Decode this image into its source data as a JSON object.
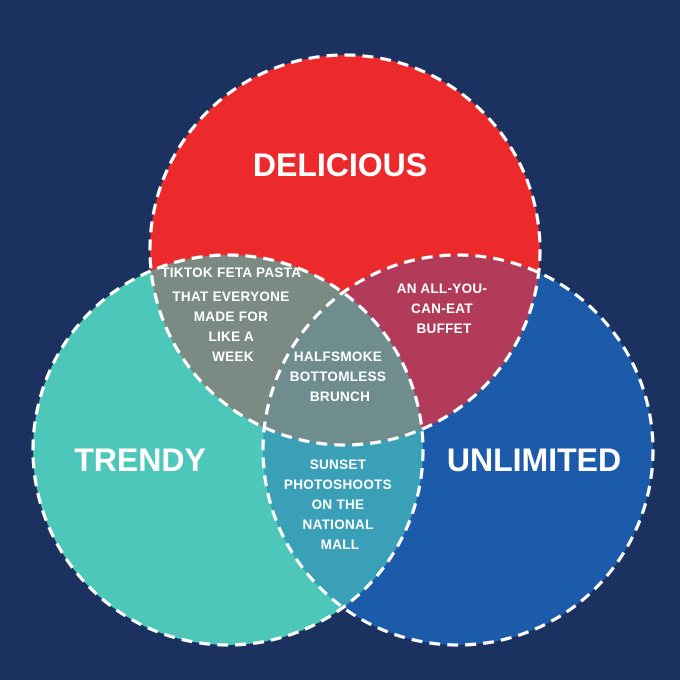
{
  "colors": {
    "background": "#1b3261",
    "delicious": "#ec2a2b",
    "trendy": "#4ec7bb",
    "unlimited": "#1c5ba9",
    "delicious_trendy": "#7b8a83",
    "delicious_unlimited": "#b23b59",
    "trendy_unlimited": "#3aa0b8",
    "center": "#6f8d8e",
    "outline": "#ffffff"
  },
  "sets": {
    "delicious": "DELICIOUS",
    "trendy": "TRENDY",
    "unlimited": "UNLIMITED"
  },
  "regions": {
    "delicious_trendy": [
      "TIKTOK FETA PASTA",
      "THAT EVERYONE",
      "MADE FOR",
      "LIKE A",
      "WEEK"
    ],
    "delicious_unlimited": [
      "AN ALL-YOU-",
      "CAN-EAT",
      "BUFFET"
    ],
    "center": [
      "HALFSMOKE",
      "BOTTOMLESS",
      "BRUNCH"
    ],
    "trendy_unlimited": [
      "SUNSET",
      "PHOTOSHOOTS",
      "ON THE",
      "NATIONAL",
      "MALL"
    ]
  }
}
